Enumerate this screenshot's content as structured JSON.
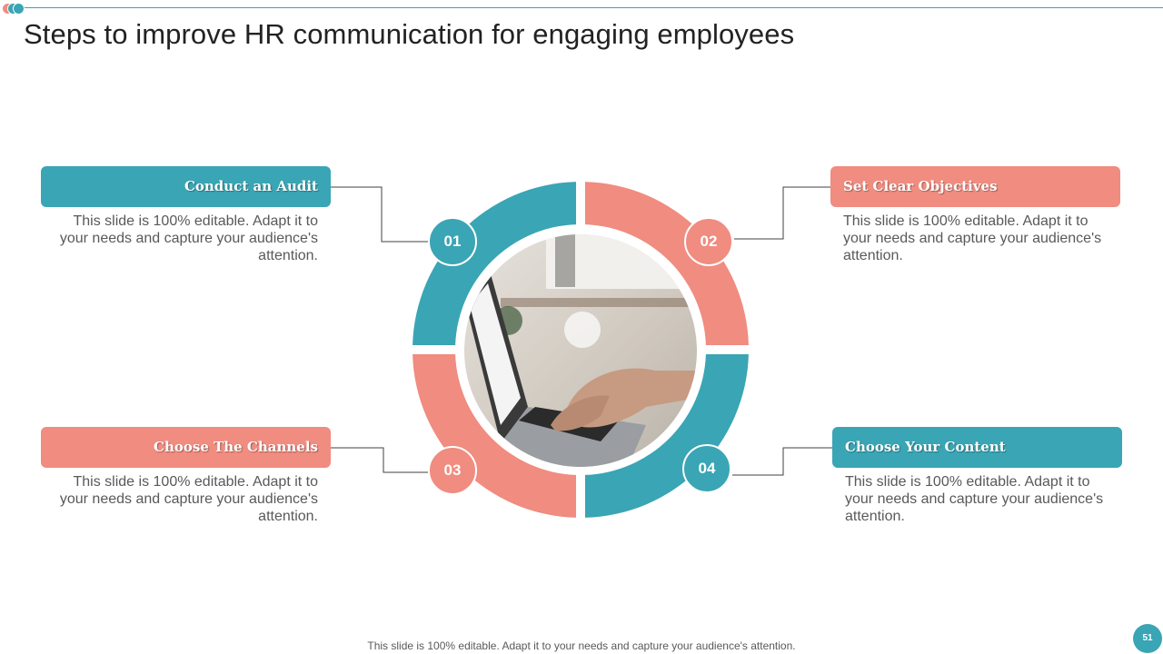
{
  "title": "Steps to improve HR communication for engaging employees",
  "colors": {
    "teal": "#3aa5b4",
    "salmon": "#f08c80"
  },
  "steps": [
    {
      "number": "01",
      "label": "Conduct an Audit",
      "description": "This slide is 100% editable. Adapt it to your needs and capture your audience's attention."
    },
    {
      "number": "02",
      "label": "Set Clear Objectives",
      "description": "This slide is 100% editable. Adapt it to your needs and capture your audience's attention."
    },
    {
      "number": "03",
      "label": "Choose The Channels",
      "description": "This slide is 100% editable. Adapt it to your needs and capture your audience's attention."
    },
    {
      "number": "04",
      "label": "Choose Your Content",
      "description": "This slide is 100% editable. Adapt it to your needs and capture your audience's attention."
    }
  ],
  "footer": "This slide is 100% editable. Adapt it to your needs and capture your audience's attention.",
  "page_number": "51"
}
